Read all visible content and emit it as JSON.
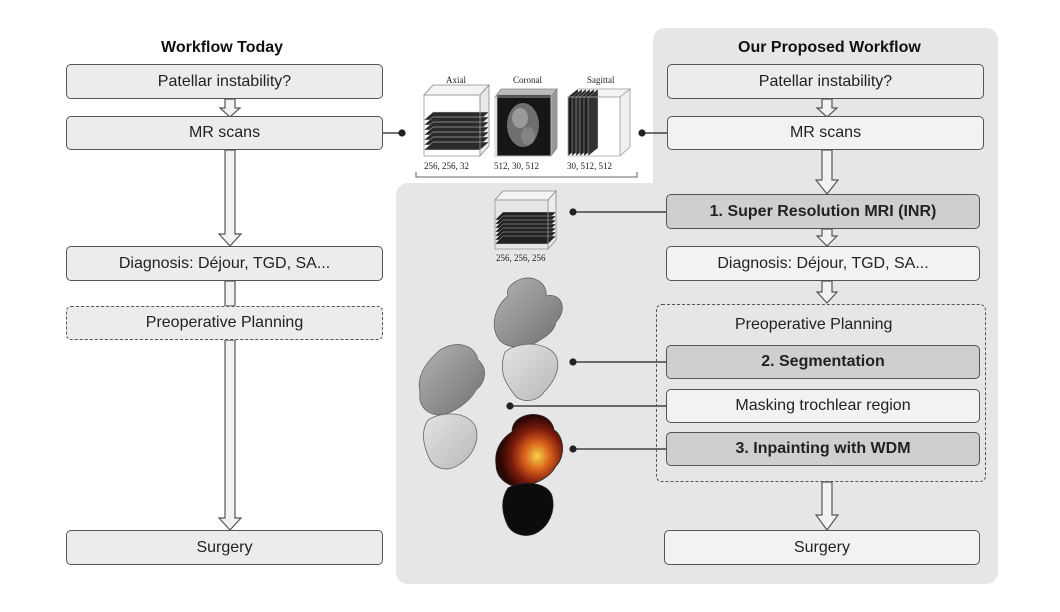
{
  "left_workflow": {
    "title": "Workflow Today",
    "step_question": "Patellar instability?",
    "step_scans": "MR scans",
    "step_diagnosis": "Diagnosis: Déjour, TGD, SA...",
    "step_planning": "Preoperative Planning",
    "step_surgery": "Surgery"
  },
  "right_workflow": {
    "title": "Our Proposed Workflow",
    "step_question": "Patellar instability?",
    "step_scans": "MR scans",
    "step_super_resolution": "1. Super Resolution MRI (INR)",
    "step_diagnosis": "Diagnosis: Déjour, TGD, SA...",
    "planning_group_label": "Preoperative Planning",
    "step_segmentation": "2. Segmentation",
    "step_masking": "Masking trochlear region",
    "step_inpainting": "3. Inpainting with WDM",
    "step_surgery": "Surgery"
  },
  "mri_volumes": {
    "axial": {
      "label": "Axial",
      "dims": "256, 256, 32"
    },
    "coronal": {
      "label": "Coronal",
      "dims": "512, 30, 512"
    },
    "sagittal": {
      "label": "Sagittal",
      "dims": "30, 512, 512"
    },
    "super_resolved": {
      "dims": "256, 256, 256"
    }
  },
  "colors": {
    "panel_background": "#e6e6e6",
    "box_fill": "#ececec",
    "highlight_box_fill": "#cfcfcf",
    "bone_gray": "#8f8f8f",
    "heatmap_dark": "#3a0c06",
    "heatmap_bright": "#f2c234"
  }
}
